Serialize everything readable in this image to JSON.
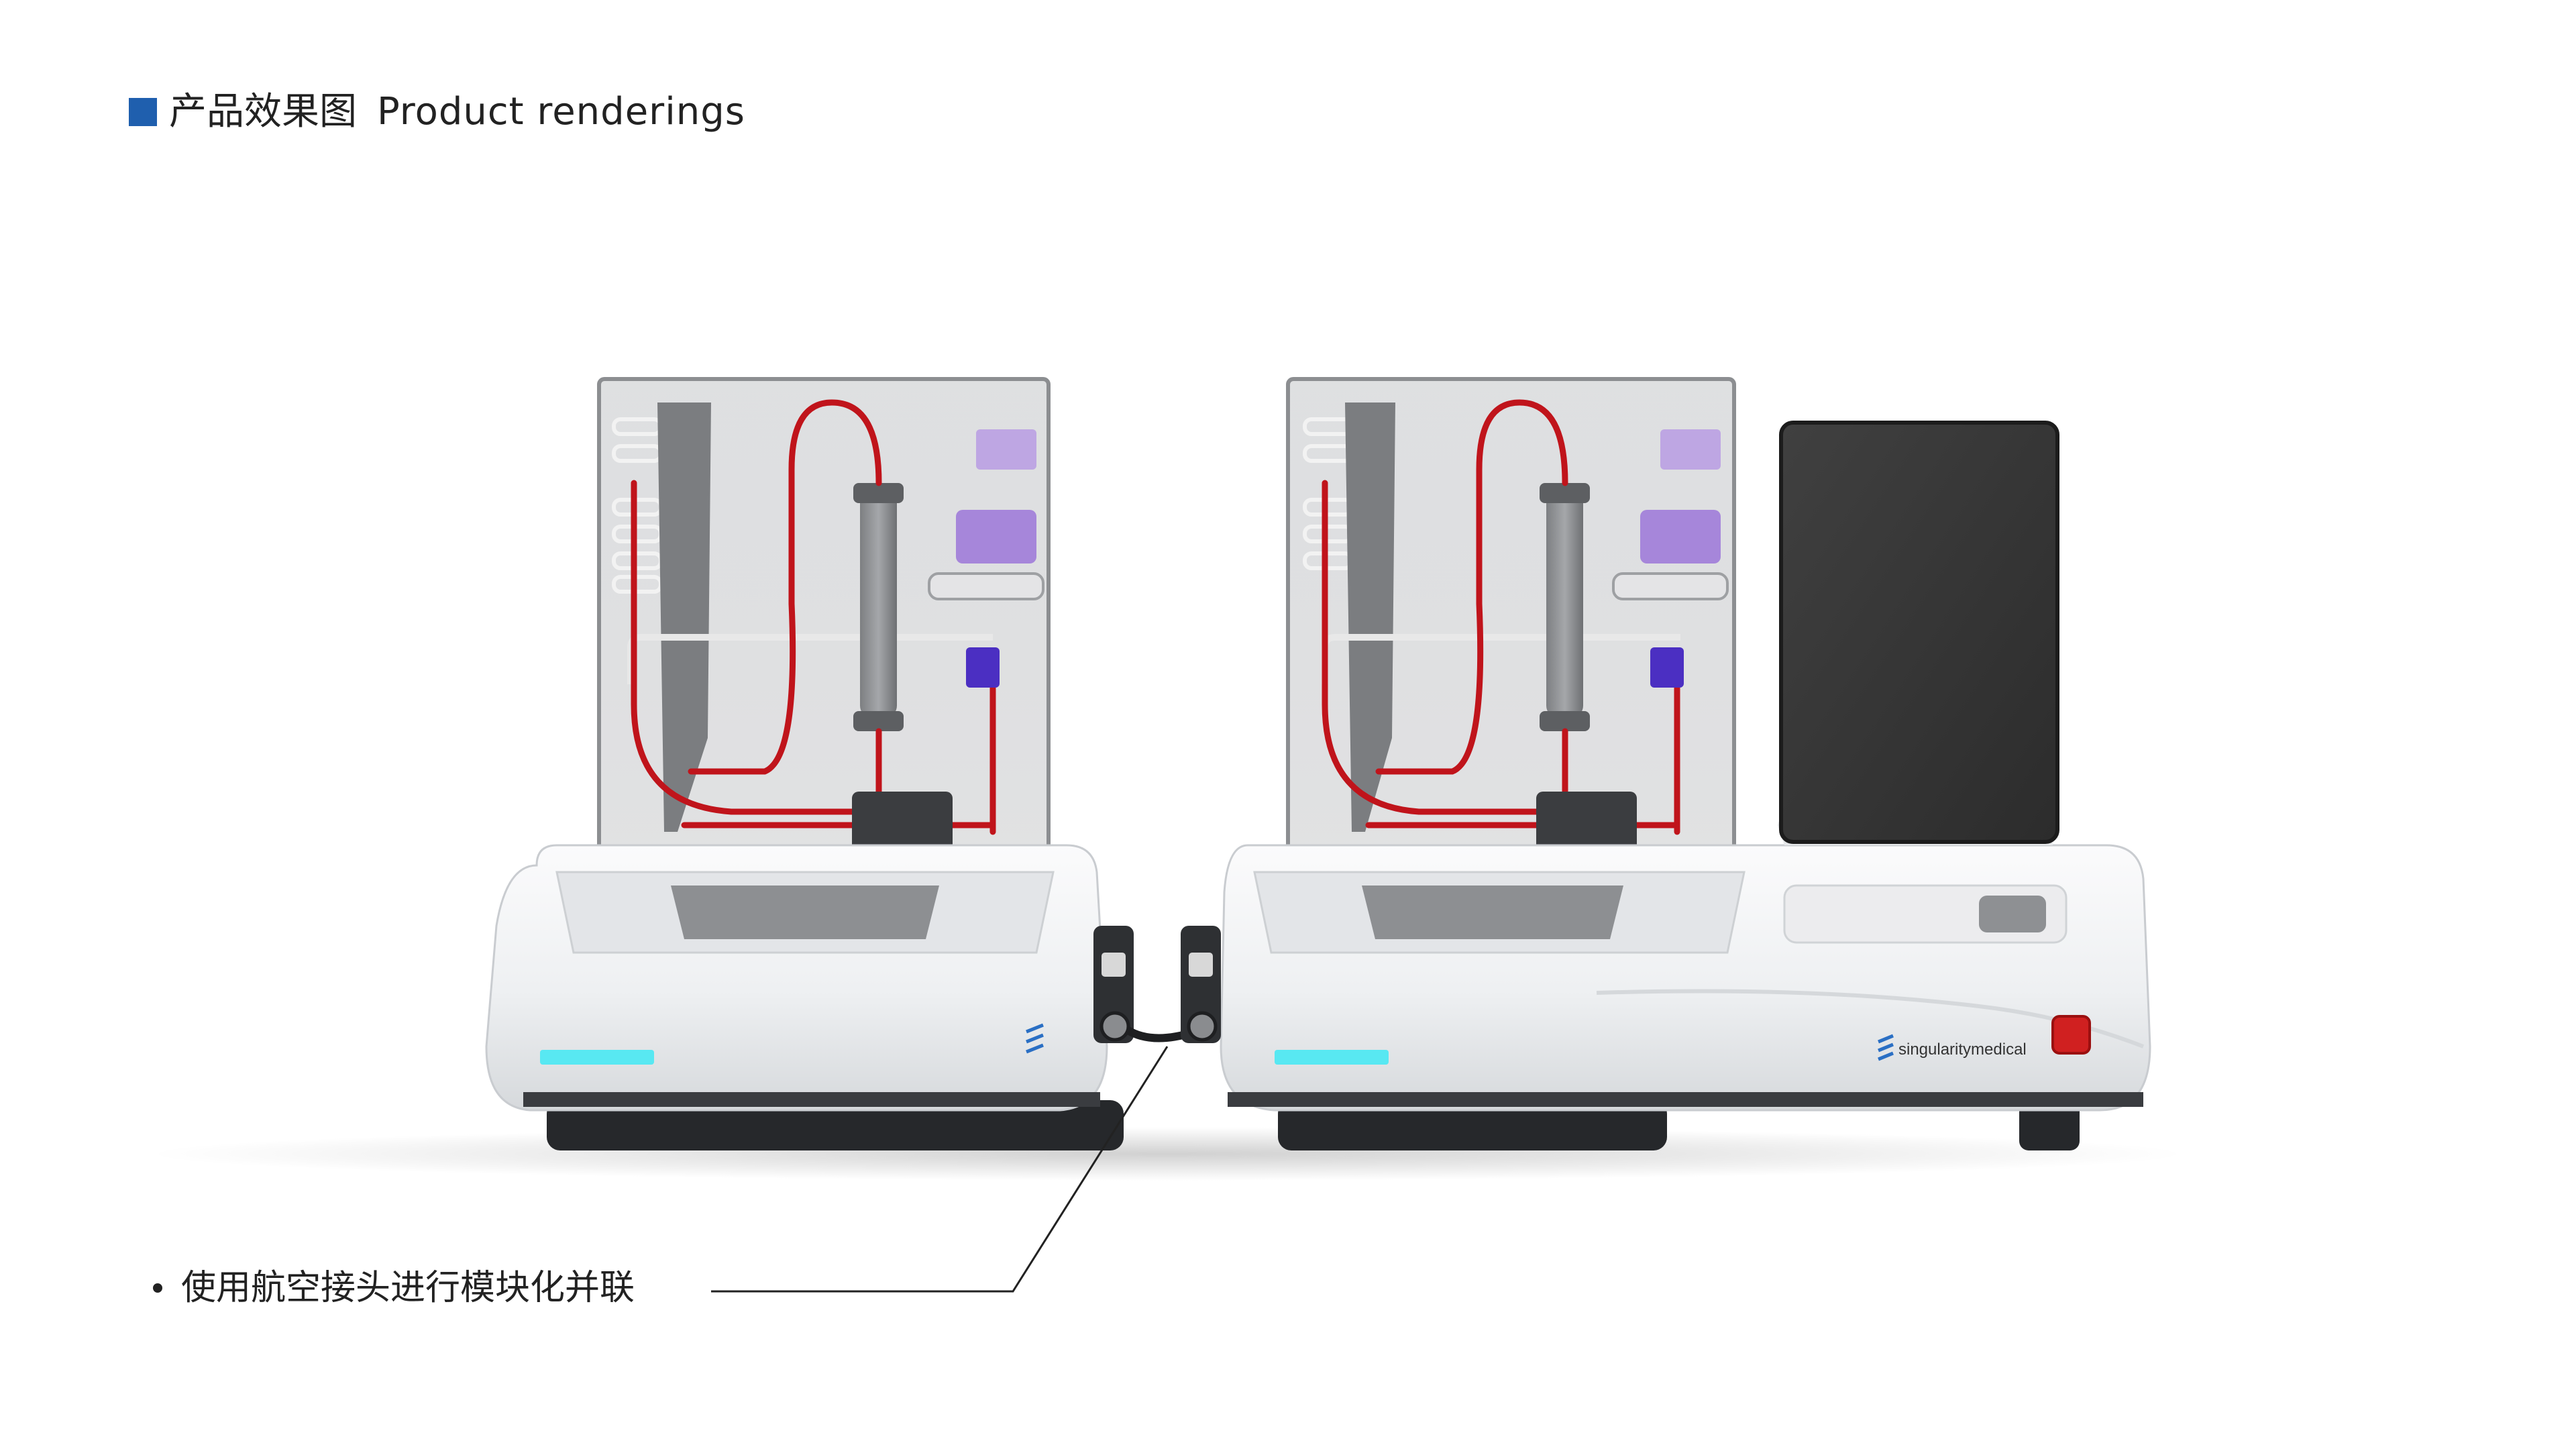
{
  "header": {
    "title_zh": "产品效果图",
    "title_en": "Product renderings",
    "accent_color": "#1f5fae"
  },
  "device": {
    "brand_label": "singularitymedical",
    "brand_mark_icon": "stacked-lines-logo-icon",
    "indicator_color": "#58e8f2",
    "emergency_button_color": "#d02020"
  },
  "annotation": {
    "text": "使用航空接头进行模块化并联"
  },
  "colors": {
    "tubing": "#c0141b",
    "pump_accent": "#8a5cc8",
    "screen": "#3a3a3a"
  }
}
